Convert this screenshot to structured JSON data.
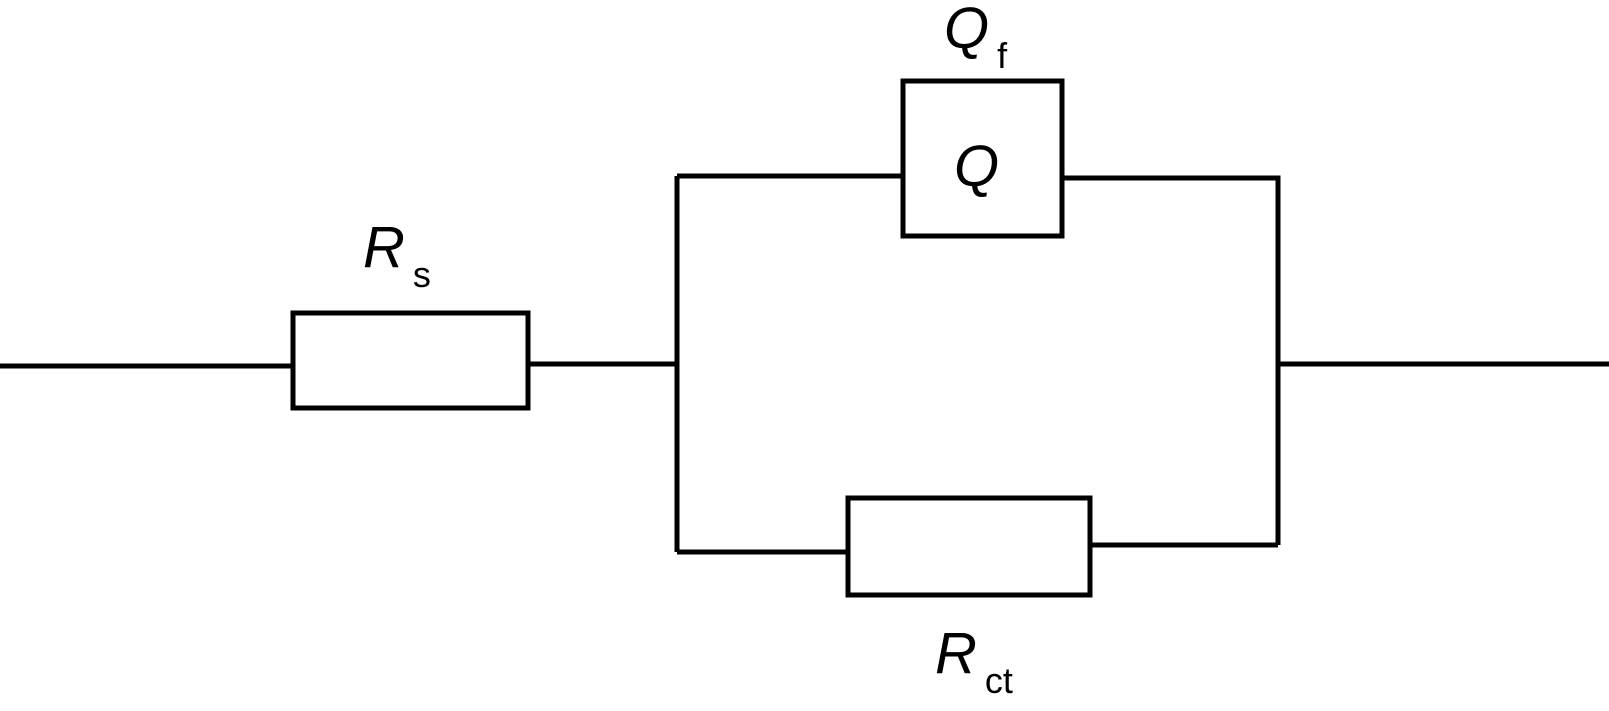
{
  "diagram": {
    "type": "equivalent-circuit",
    "elements": {
      "rs": {
        "symbol": "R",
        "subscript": "s"
      },
      "qf": {
        "symbol": "Q",
        "subscript": "f",
        "inner": "Q"
      },
      "rct": {
        "symbol": "R",
        "subscript": "ct"
      }
    },
    "colors": {
      "stroke": "#000000",
      "background": "#ffffff"
    }
  }
}
